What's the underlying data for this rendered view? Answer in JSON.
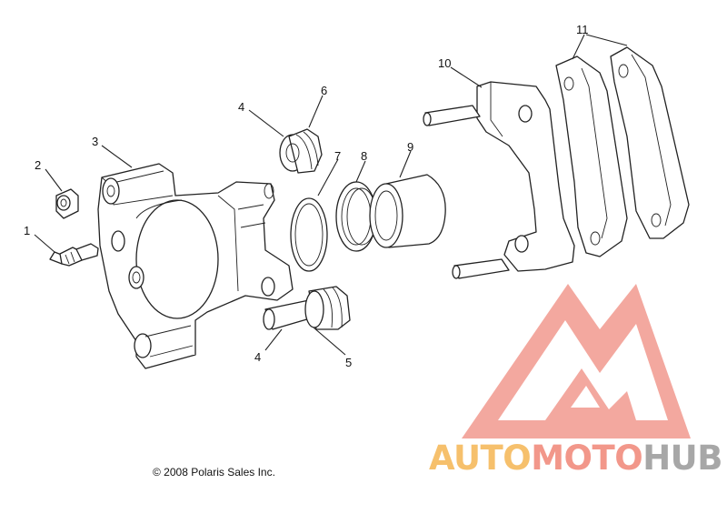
{
  "callouts": [
    "1",
    "2",
    "3",
    "4",
    "5",
    "6",
    "7",
    "8",
    "9",
    "10",
    "11",
    "4"
  ],
  "copyright": "© 2008 Polaris Sales Inc.",
  "watermark": {
    "word1": "AUTO",
    "word2": "MOTO",
    "word3": "HUB",
    "color1": "#f6c06c",
    "color2": "#f2978a",
    "color3": "#a7a7a7",
    "emblem_color": "#f29a8f"
  }
}
